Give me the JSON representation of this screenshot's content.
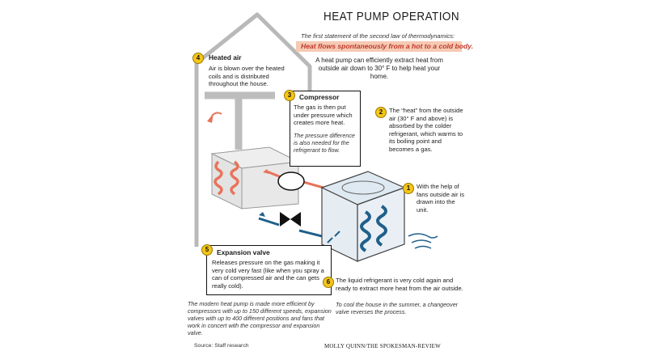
{
  "title": "HEAT PUMP OPERATION",
  "law_caption": "The first statement of the second law of thermodynamics:",
  "law_highlight": "Heat flows spontaneously from a hot to a cold body.",
  "intro": "A heat pump can efficiently extract heat from outside air down to 30° F to help heat your home.",
  "steps": {
    "s1": {
      "num": "1",
      "text": "With the help of fans outside air is drawn into the unit."
    },
    "s2": {
      "num": "2",
      "text": "The “heat” from the outside air (30° F and above) is absorbed by the colder refrigerant, which warms to its boiling point and becomes a gas."
    },
    "s3": {
      "num": "3",
      "heading": "Compressor",
      "text": "The gas is then put under pressure which creates more heat.",
      "note": "The pressure difference is also needed for the refrigerant to flow."
    },
    "s4": {
      "num": "4",
      "heading": "Heated air",
      "text": "Air is blown over the heated coils and is distributed throughout the house."
    },
    "s5": {
      "num": "5",
      "heading": "Expansion valve",
      "text": "Releases pressure on the gas making it very cold very fast (like when you spray a can of compressed air and the can gets really cold)."
    },
    "s6": {
      "num": "6",
      "text": "The liquid refrigerant is very cold again and ready to extract more heat from the air outside.",
      "note": "To cool the house in the summer, a changeover valve reverses the process."
    }
  },
  "modern_note": "The modern heat pump is made more efficient by compressors with up to 150 different speeds, expansion valves with up to 400 different positions and fans that work in concert with the compressor and expansion valve.",
  "source": "Source: Staff research",
  "credit": "MOLLY QUINN/THE SPOKESMAN-REVIEW",
  "colors": {
    "hot": "#e8735a",
    "cold": "#1f5f8b",
    "badge": "#f5c518",
    "highlight_bg": "#f6c9b3",
    "highlight_text": "#c0392b"
  }
}
